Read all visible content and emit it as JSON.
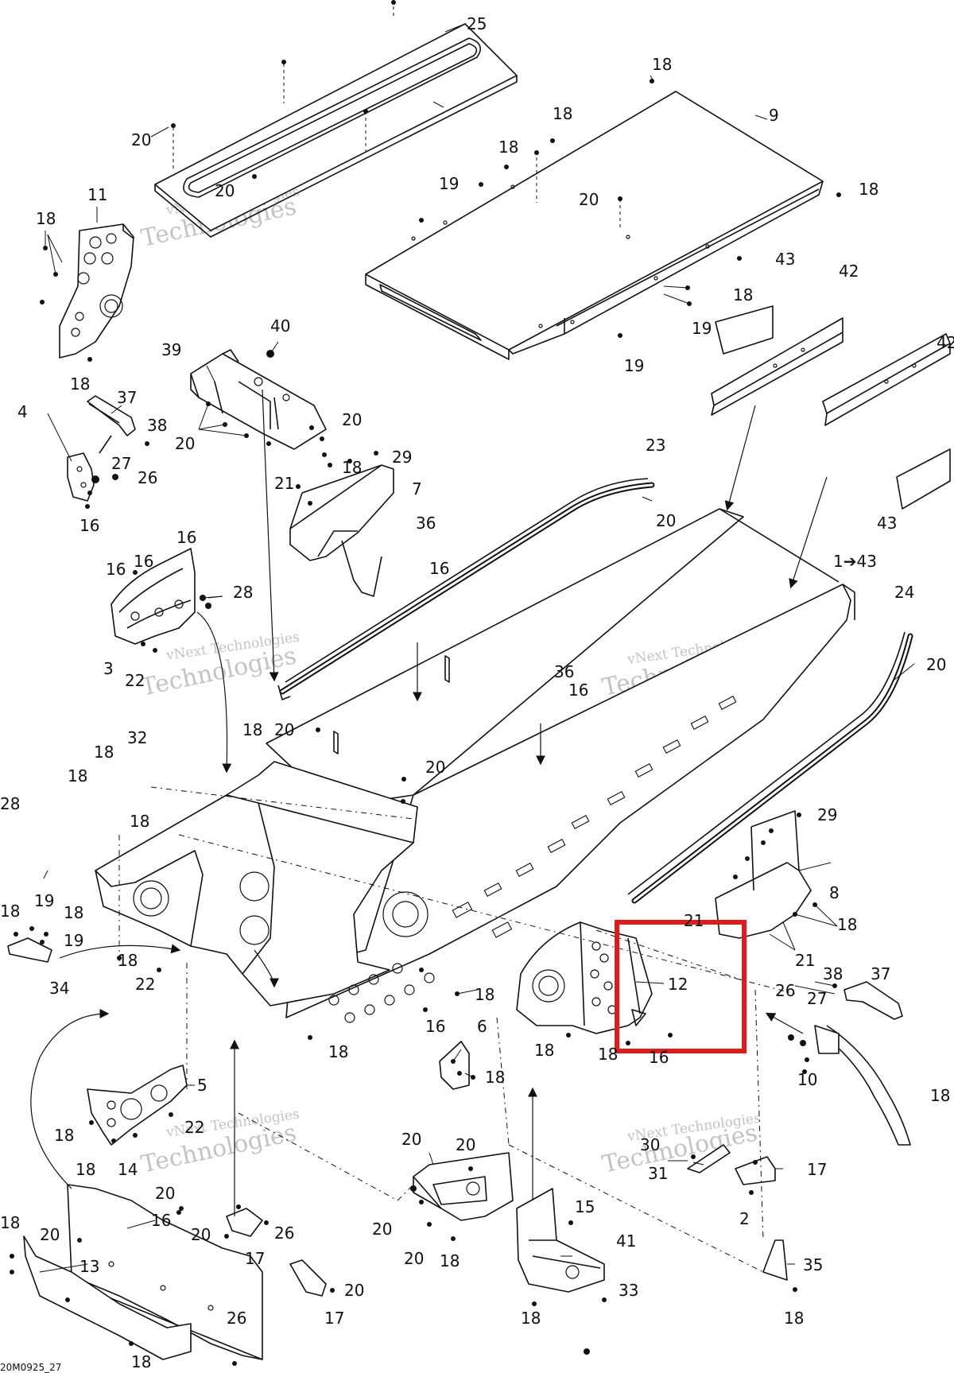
{
  "callouts": [
    {
      "id": "c25",
      "label": "25"
    },
    {
      "id": "c18a",
      "label": "18"
    },
    {
      "id": "c9",
      "label": "9"
    },
    {
      "id": "c18b",
      "label": "18"
    },
    {
      "id": "c18c",
      "label": "18"
    },
    {
      "id": "c20a",
      "label": "20"
    },
    {
      "id": "c20b",
      "label": "20"
    },
    {
      "id": "c19a",
      "label": "19"
    },
    {
      "id": "c20c",
      "label": "20"
    },
    {
      "id": "c18d",
      "label": "18"
    },
    {
      "id": "c11",
      "label": "11"
    },
    {
      "id": "c18e",
      "label": "18"
    },
    {
      "id": "c18f",
      "label": "18"
    },
    {
      "id": "c43a",
      "label": "43"
    },
    {
      "id": "c42a",
      "label": "42"
    },
    {
      "id": "c18g",
      "label": "18"
    },
    {
      "id": "c19b",
      "label": "19"
    },
    {
      "id": "c19c",
      "label": "19"
    },
    {
      "id": "c40",
      "label": "40"
    },
    {
      "id": "c39",
      "label": "39"
    },
    {
      "id": "c42b",
      "label": "42"
    },
    {
      "id": "c37a",
      "label": "37"
    },
    {
      "id": "c4",
      "label": "4"
    },
    {
      "id": "c38a",
      "label": "38"
    },
    {
      "id": "c20d",
      "label": "20"
    },
    {
      "id": "c20e",
      "label": "20"
    },
    {
      "id": "c27a",
      "label": "27"
    },
    {
      "id": "c26a",
      "label": "26"
    },
    {
      "id": "c16a",
      "label": "16"
    },
    {
      "id": "c18h",
      "label": "18"
    },
    {
      "id": "c29a",
      "label": "29"
    },
    {
      "id": "c23",
      "label": "23"
    },
    {
      "id": "c21a",
      "label": "21"
    },
    {
      "id": "c7",
      "label": "7"
    },
    {
      "id": "c20f",
      "label": "20"
    },
    {
      "id": "c43b",
      "label": "43"
    },
    {
      "id": "c36a",
      "label": "36"
    },
    {
      "id": "c16b",
      "label": "16"
    },
    {
      "id": "c16c",
      "label": "16"
    },
    {
      "id": "c16d",
      "label": "16"
    },
    {
      "id": "c16e",
      "label": "16"
    },
    {
      "id": "c28a",
      "label": "28"
    },
    {
      "id": "c1to43",
      "label": "1➔43"
    },
    {
      "id": "c24",
      "label": "24"
    },
    {
      "id": "c3",
      "label": "3"
    },
    {
      "id": "c22a",
      "label": "22"
    },
    {
      "id": "c20g",
      "label": "20"
    },
    {
      "id": "c36b",
      "label": "36"
    },
    {
      "id": "c16f",
      "label": "16"
    },
    {
      "id": "c18i",
      "label": "18"
    },
    {
      "id": "c20h",
      "label": "20"
    },
    {
      "id": "c32",
      "label": "32"
    },
    {
      "id": "c18j",
      "label": "18"
    },
    {
      "id": "c20i",
      "label": "20"
    },
    {
      "id": "c18k",
      "label": "18"
    },
    {
      "id": "c28b",
      "label": "28"
    },
    {
      "id": "c18l",
      "label": "18"
    },
    {
      "id": "c29b",
      "label": "29"
    },
    {
      "id": "c8",
      "label": "8"
    },
    {
      "id": "c21b",
      "label": "21"
    },
    {
      "id": "c18m",
      "label": "18"
    },
    {
      "id": "c18n",
      "label": "18"
    },
    {
      "id": "c19d",
      "label": "19"
    },
    {
      "id": "c18o",
      "label": "18"
    },
    {
      "id": "c19e",
      "label": "19"
    },
    {
      "id": "c21c",
      "label": "21"
    },
    {
      "id": "c38b",
      "label": "38"
    },
    {
      "id": "c37b",
      "label": "37"
    },
    {
      "id": "c34",
      "label": "34"
    },
    {
      "id": "c18p",
      "label": "18"
    },
    {
      "id": "c22b",
      "label": "22"
    },
    {
      "id": "c12",
      "label": "12"
    },
    {
      "id": "c26b",
      "label": "26"
    },
    {
      "id": "c27b",
      "label": "27"
    },
    {
      "id": "c18q",
      "label": "18"
    },
    {
      "id": "c16g",
      "label": "16"
    },
    {
      "id": "c6",
      "label": "6"
    },
    {
      "id": "c18r",
      "label": "18"
    },
    {
      "id": "c18s",
      "label": "18"
    },
    {
      "id": "c18t",
      "label": "18"
    },
    {
      "id": "c18u",
      "label": "18"
    },
    {
      "id": "c16h",
      "label": "16"
    },
    {
      "id": "c10",
      "label": "10"
    },
    {
      "id": "c5",
      "label": "5"
    },
    {
      "id": "c18v",
      "label": "18"
    },
    {
      "id": "c18w",
      "label": "18"
    },
    {
      "id": "c18x",
      "label": "18"
    },
    {
      "id": "c22c",
      "label": "22"
    },
    {
      "id": "c14",
      "label": "14"
    },
    {
      "id": "c20j",
      "label": "20"
    },
    {
      "id": "c20k",
      "label": "20"
    },
    {
      "id": "c30",
      "label": "30"
    },
    {
      "id": "c31",
      "label": "31"
    },
    {
      "id": "c17a",
      "label": "17"
    },
    {
      "id": "c20l",
      "label": "20"
    },
    {
      "id": "c2",
      "label": "2"
    },
    {
      "id": "c16i",
      "label": "16"
    },
    {
      "id": "c18y",
      "label": "18"
    },
    {
      "id": "c20m",
      "label": "20"
    },
    {
      "id": "c20n",
      "label": "20"
    },
    {
      "id": "c26c",
      "label": "26"
    },
    {
      "id": "c20o",
      "label": "20"
    },
    {
      "id": "c15",
      "label": "15"
    },
    {
      "id": "c41",
      "label": "41"
    },
    {
      "id": "c35",
      "label": "35"
    },
    {
      "id": "c13",
      "label": "13"
    },
    {
      "id": "c17b",
      "label": "17"
    },
    {
      "id": "c20p",
      "label": "20"
    },
    {
      "id": "c18z",
      "label": "18"
    },
    {
      "id": "c33",
      "label": "33"
    },
    {
      "id": "c20q",
      "label": "20"
    },
    {
      "id": "c18aa",
      "label": "18"
    },
    {
      "id": "c18ab",
      "label": "18"
    },
    {
      "id": "c17c",
      "label": "17"
    },
    {
      "id": "c26d",
      "label": "26"
    },
    {
      "id": "c18ac",
      "label": "18"
    }
  ],
  "watermark": {
    "line1": "vNext Technologies",
    "line2": "Technologies"
  },
  "drawing_code": "20M0925_27",
  "highlight": {
    "target": "12",
    "color": "#e01b1b"
  }
}
